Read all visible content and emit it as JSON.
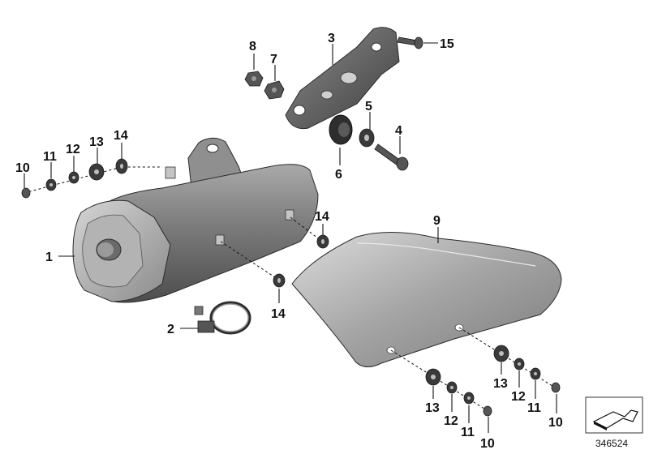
{
  "diagram": {
    "reference_number": "346524",
    "callouts": [
      "1",
      "2",
      "3",
      "4",
      "5",
      "6",
      "7",
      "8",
      "9",
      "10",
      "11",
      "12",
      "13",
      "14",
      "15"
    ],
    "colors": {
      "silencer": "#7d7d7d",
      "heat_shield": "#9c9c9c",
      "bracket": "#4a4a4a",
      "hardware": "#333333",
      "line": "#111111"
    },
    "parts": [
      {
        "id": "1",
        "name": "silencer"
      },
      {
        "id": "2",
        "name": "clamp"
      },
      {
        "id": "3",
        "name": "bracket"
      },
      {
        "id": "4",
        "name": "screw"
      },
      {
        "id": "5",
        "name": "washer"
      },
      {
        "id": "6",
        "name": "rubber-mount"
      },
      {
        "id": "7",
        "name": "nut"
      },
      {
        "id": "8",
        "name": "nut"
      },
      {
        "id": "9",
        "name": "heat-shield"
      },
      {
        "id": "10",
        "name": "screw"
      },
      {
        "id": "11",
        "name": "washer"
      },
      {
        "id": "12",
        "name": "washer"
      },
      {
        "id": "13",
        "name": "grommet"
      },
      {
        "id": "14",
        "name": "washer"
      },
      {
        "id": "15",
        "name": "screw"
      }
    ]
  }
}
